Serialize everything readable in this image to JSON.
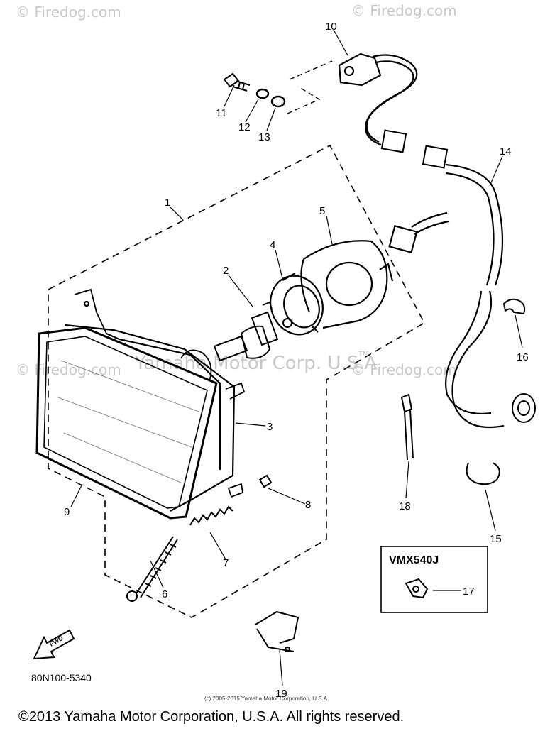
{
  "watermark": {
    "site": "© Firedog.com",
    "center": "Yamaha Motor Corp. U.S.A.",
    "tm": "TM"
  },
  "diagram": {
    "model_code": "80N100-5340",
    "variant_box_label": "VMX540J",
    "fwd_label": "FWD",
    "callouts": {
      "p1": "1",
      "p2": "2",
      "p3": "3",
      "p4": "4",
      "p5": "5",
      "p6": "6",
      "p7": "7",
      "p8": "8",
      "p9": "9",
      "p10": "10",
      "p11": "11",
      "p12": "12",
      "p13": "13",
      "p14": "14",
      "p15": "15",
      "p16": "16",
      "p17": "17",
      "p18": "18",
      "p19": "19"
    }
  },
  "footer": {
    "small_copyright": "(c) 2005-2015 Yamaha Motor Corporation, U.S.A.",
    "copyright": "©2013 Yamaha Motor Corporation, U.S.A. All rights reserved."
  }
}
